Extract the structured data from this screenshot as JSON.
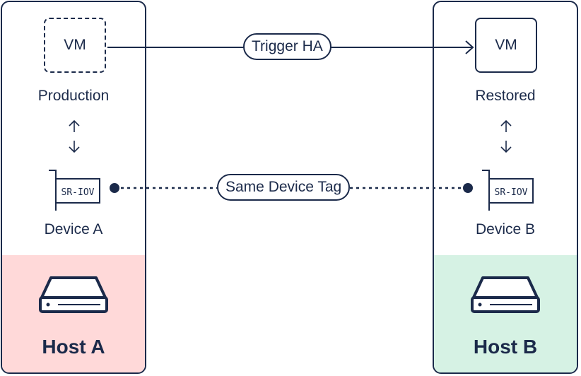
{
  "host_a": {
    "vm_label": "VM",
    "state_label": "Production",
    "device_chip": "SR-IOV",
    "device_label": "Device A",
    "name": "Host A",
    "color": "#ffd9d9"
  },
  "host_b": {
    "vm_label": "VM",
    "state_label": "Restored",
    "device_chip": "SR-IOV",
    "device_label": "Device B",
    "name": "Host B",
    "color": "#d6f2e4"
  },
  "connections": {
    "trigger_label": "Trigger HA",
    "device_tag_label": "Same Device Tag"
  },
  "colors": {
    "stroke": "#1b2a4a",
    "host_a_fill": "#ffd9d9",
    "host_b_fill": "#d6f2e4"
  },
  "icons": [
    "up-down-arrow-icon",
    "server-icon",
    "sriov-card-icon",
    "arrow-right-icon"
  ]
}
